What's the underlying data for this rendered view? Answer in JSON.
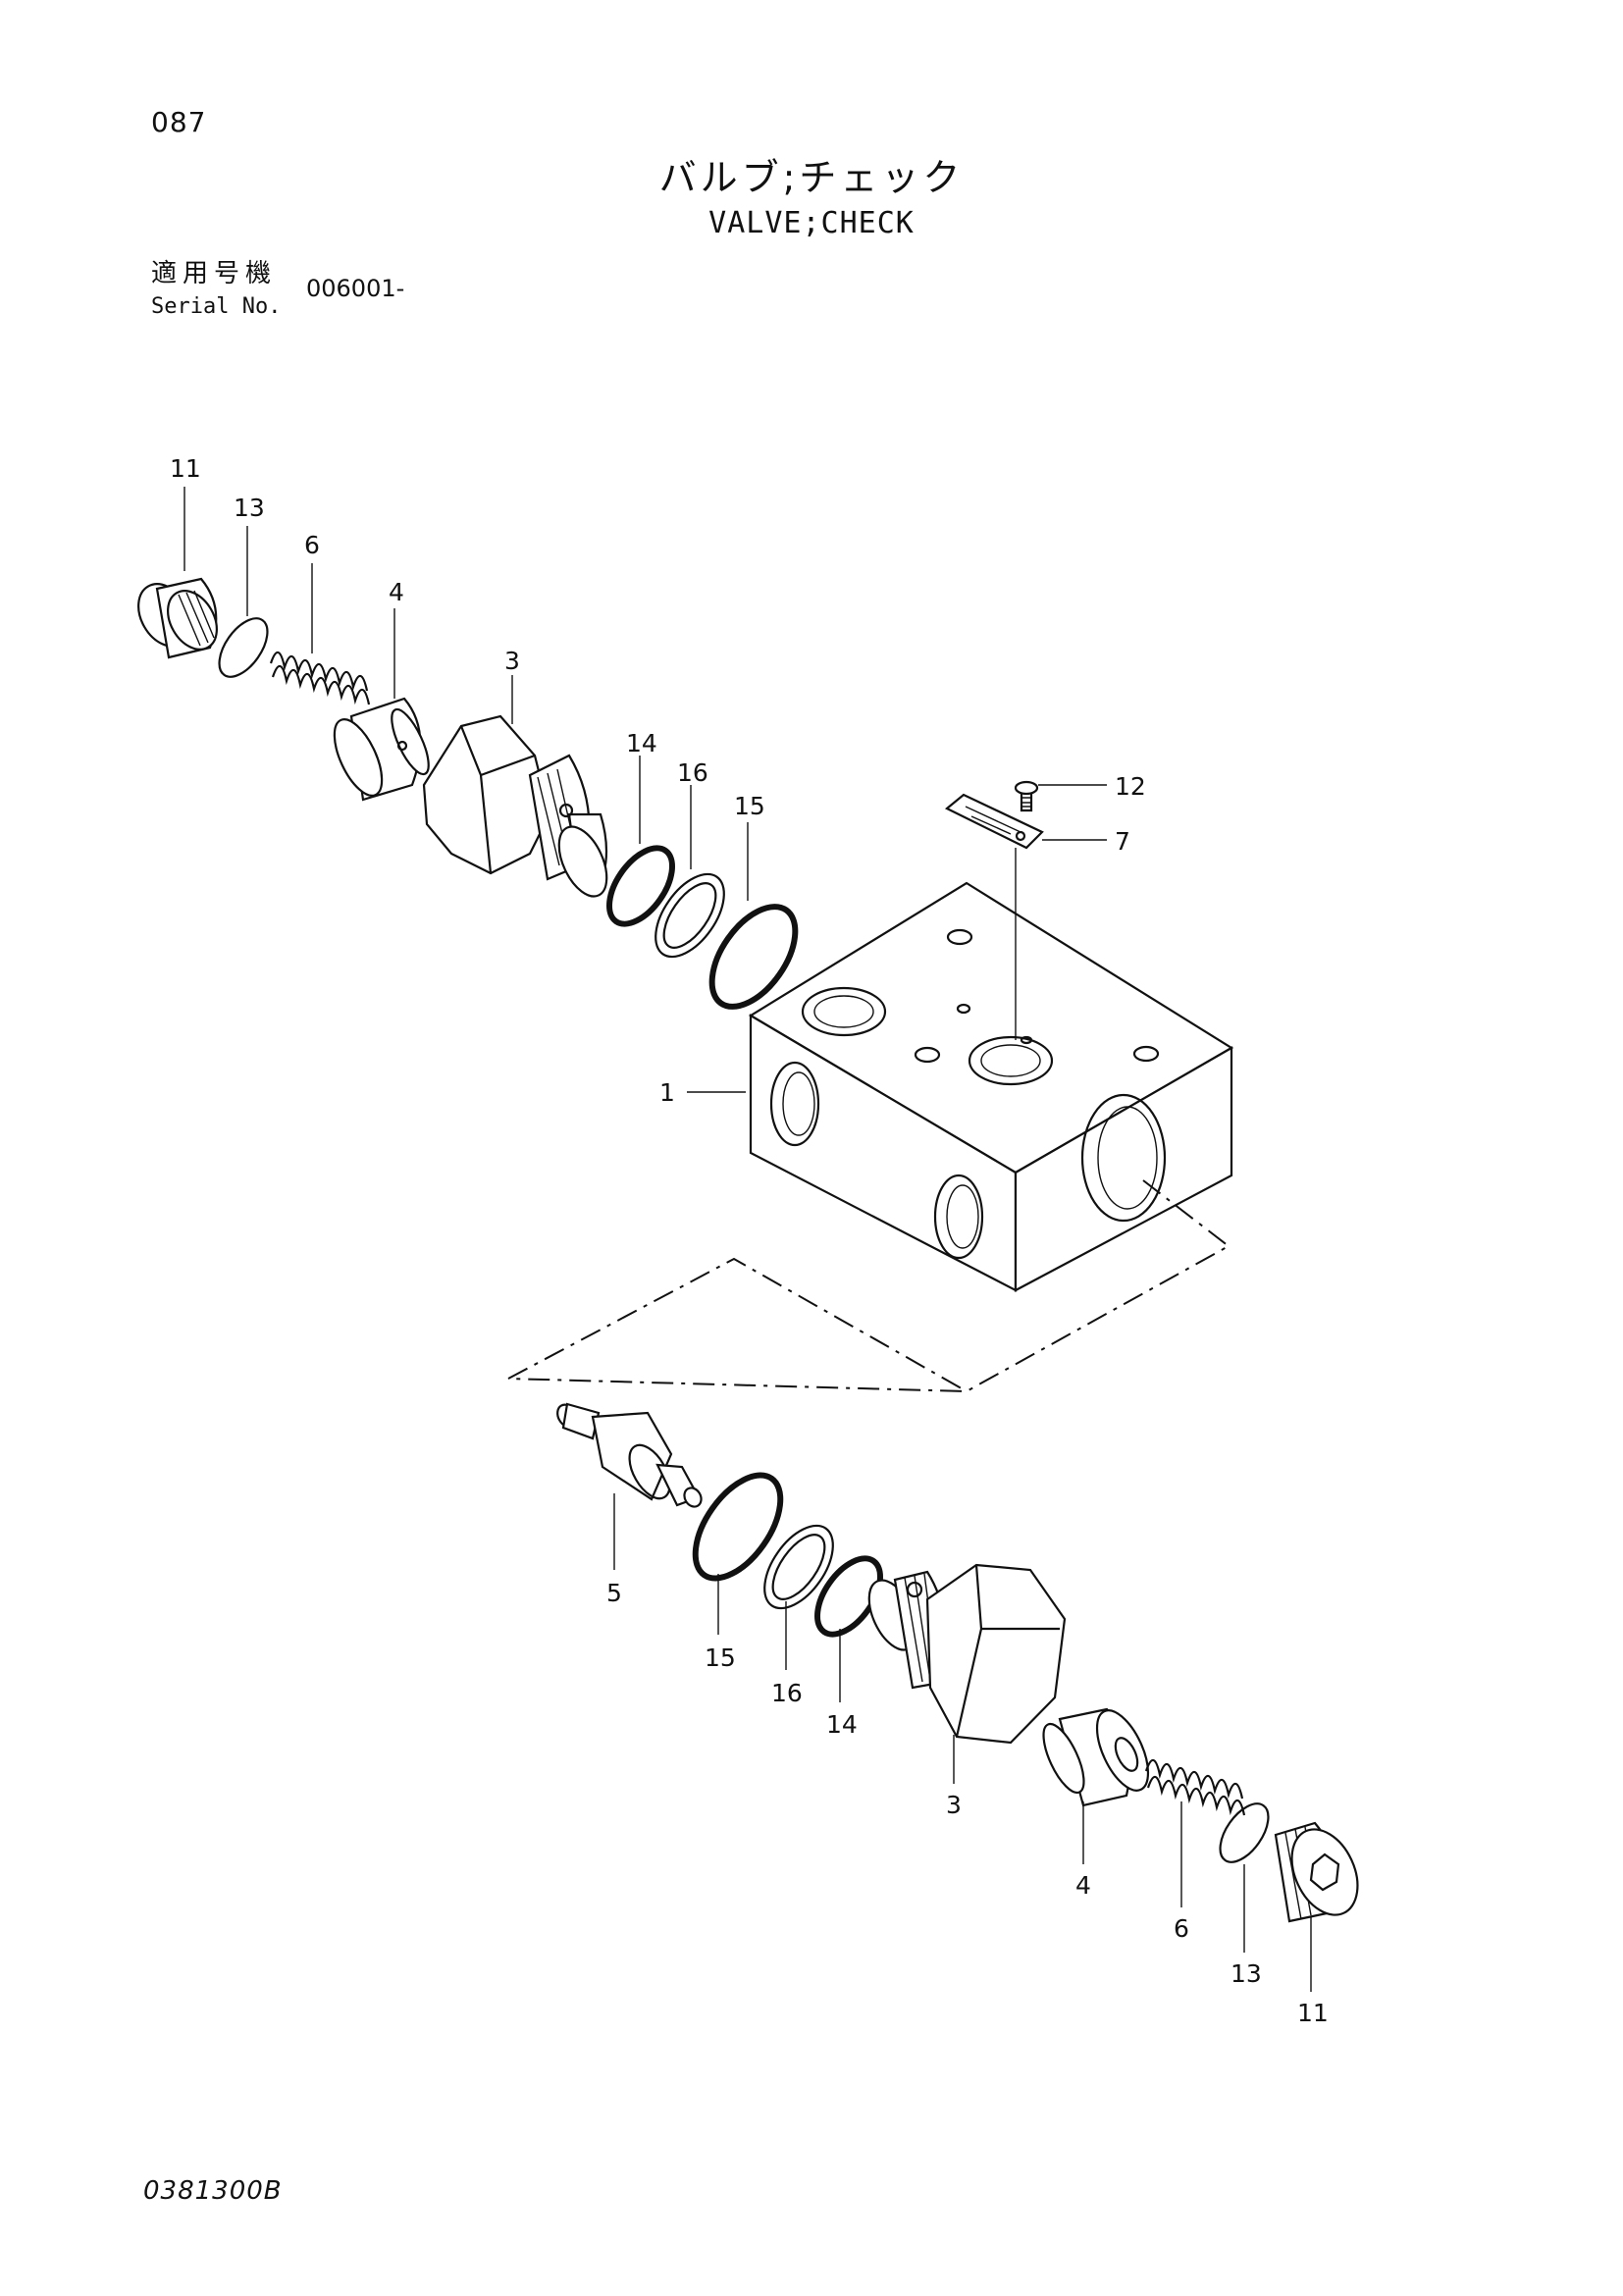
{
  "header": {
    "page_number": "087",
    "title_ja": "バルブ;チェック",
    "title_en": "VALVE;CHECK",
    "serial_label_ja": "適用号機",
    "serial_label_en": "Serial No.",
    "serial_value": "006001-"
  },
  "footer": {
    "doc_code": "0381300B"
  },
  "callouts": {
    "upper": [
      "11",
      "13",
      "6",
      "4",
      "3",
      "14",
      "16",
      "15",
      "12",
      "7",
      "1"
    ],
    "lower": [
      "5",
      "15",
      "16",
      "14",
      "3",
      "4",
      "6",
      "13",
      "11"
    ]
  }
}
